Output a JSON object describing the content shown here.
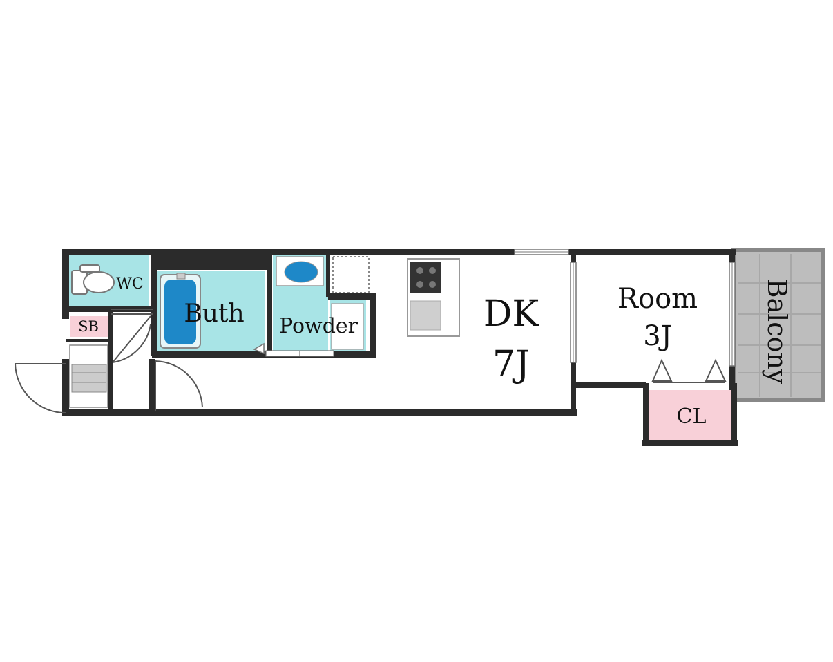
{
  "rooms": {
    "wc": "WC",
    "sb": "SB",
    "bath": "Buth",
    "powder": "Powder",
    "dk_name": "DK",
    "dk_size": "7J",
    "room_name": "Room",
    "room_size": "3J",
    "cl": "CL",
    "balcony": "Balcony"
  },
  "colors": {
    "wall": "#2b2b2b",
    "wet_area": "#a8e4e6",
    "storage": "#f8d0d8",
    "balcony": "#bdbdbd",
    "bathtub": "#1e88c8"
  }
}
